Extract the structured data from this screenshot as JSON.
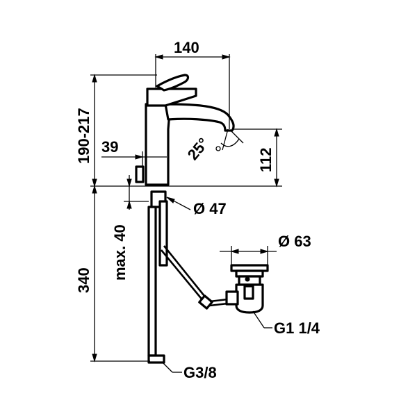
{
  "drawing": {
    "dimensions": {
      "spout_reach": "140",
      "height_range": "190-217",
      "lever_offset": "39",
      "spout_angle": "25°",
      "spout_height": "112",
      "body_diameter": "Ø 47",
      "max_thickness": "max. 40",
      "total_height": "340",
      "waste_diameter": "Ø 63",
      "waste_thread": "G1 1/4",
      "supply_thread": "G3/8"
    },
    "colors": {
      "line": "#000000",
      "background": "#ffffff"
    }
  }
}
